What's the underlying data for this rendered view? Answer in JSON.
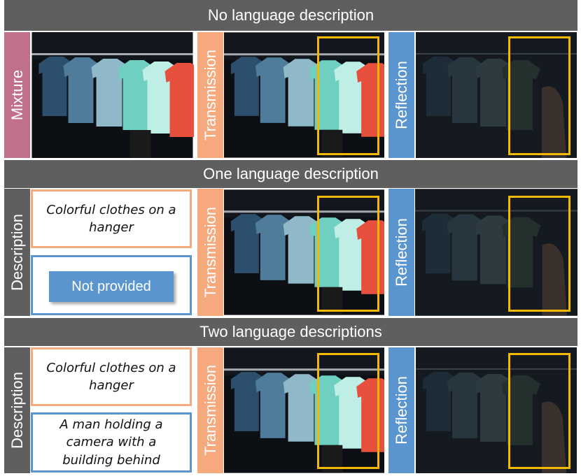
{
  "sections": [
    {
      "banner": "No language description"
    },
    {
      "banner": "One language description"
    },
    {
      "banner": "Two language descriptions"
    }
  ],
  "labels": {
    "mixture": "Mixture",
    "transmission": "Transmission",
    "reflection": "Reflection",
    "description": "Description"
  },
  "descriptions": {
    "clothes": "Colorful clothes on a hanger",
    "man": "A man holding a camera with a building behind",
    "not_provided": "Not provided"
  },
  "colors": {
    "banner": "#5f5f5f",
    "mixture_label": "#c0708a",
    "transmission_label": "#f6a97d",
    "reflection_label": "#5a95cf",
    "highlight_box": "#f5b800"
  }
}
